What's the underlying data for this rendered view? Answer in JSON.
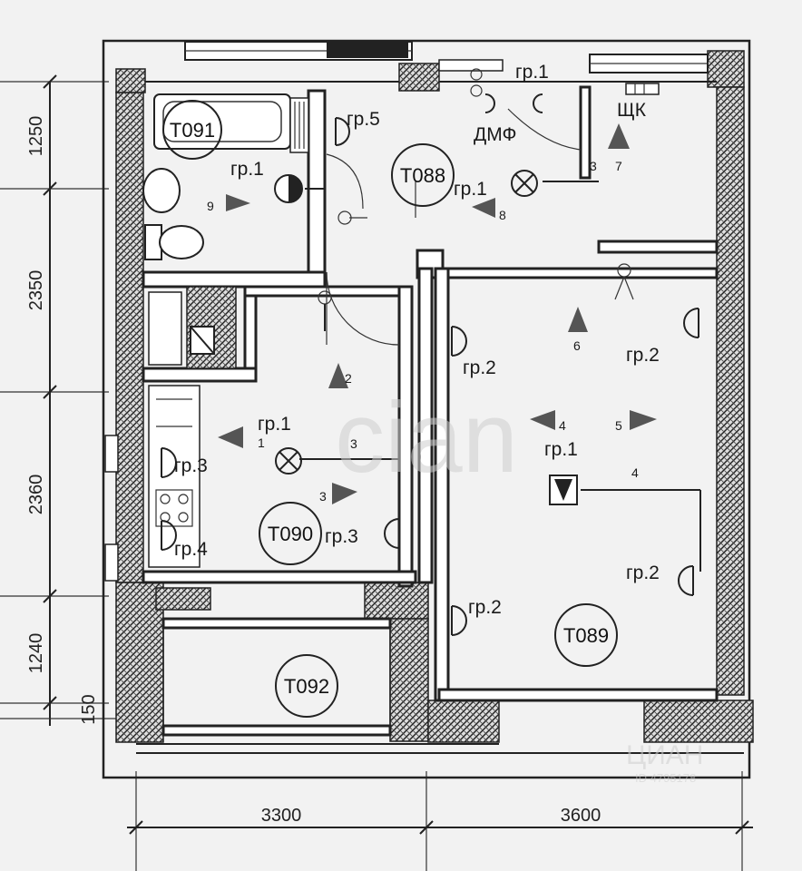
{
  "dimensions": {
    "left": [
      "1250",
      "2350",
      "2360",
      "1240",
      "150"
    ],
    "bottom": [
      "3300",
      "3600"
    ]
  },
  "rooms": [
    {
      "id": "T091"
    },
    {
      "id": "T088"
    },
    {
      "id": "T090"
    },
    {
      "id": "T089"
    },
    {
      "id": "T092"
    }
  ],
  "labels": {
    "gr1_top": "гр.1",
    "gr5": "гр.5",
    "dmf": "ДМФ",
    "shk": "ЩК",
    "gr1_bath": "гр.1",
    "gr1_hall": "гр.1",
    "gr2_a": "гр.2",
    "gr2_b": "гр.2",
    "gr1_kitchen": "гр.1",
    "gr3_a": "гр.3",
    "gr1_room": "гр.1",
    "gr3_b": "гр.3",
    "gr4": "гр.4",
    "gr2_c": "гр.2",
    "gr2_d": "гр.2"
  },
  "markers": {
    "n1": "1",
    "n2": "2",
    "n3a": "3",
    "n3b": "3",
    "n3c": "3",
    "n4a": "4",
    "n4b": "4",
    "n5": "5",
    "n6": "6",
    "n7": "7",
    "n8": "8",
    "n9": "9"
  },
  "watermark": {
    "center": "cian",
    "corner": "ЦИАН",
    "id": "ID 4795178"
  },
  "colors": {
    "wall_stroke": "#222222",
    "background": "#f2f2f2",
    "marker": "#555555"
  }
}
